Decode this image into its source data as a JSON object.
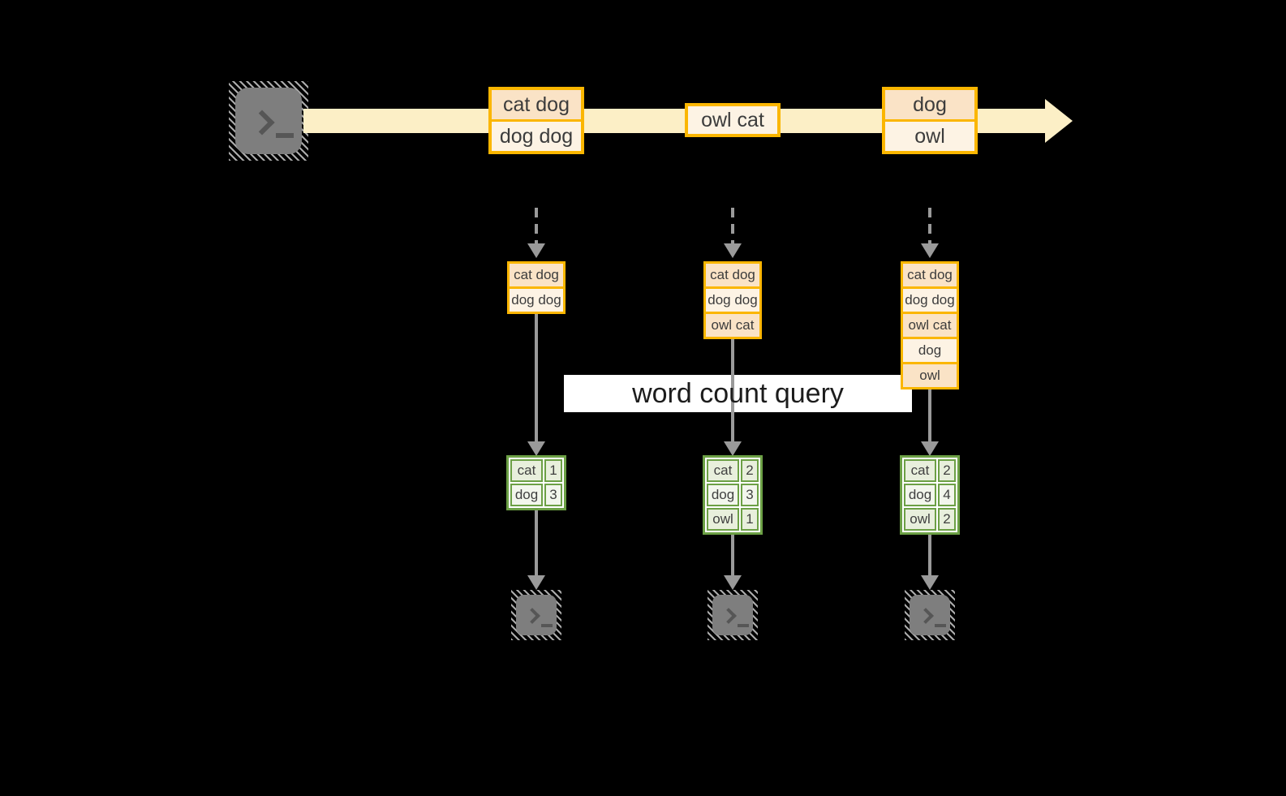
{
  "query_label": "word count query",
  "stream": {
    "source": "terminal-icon",
    "batches": [
      {
        "cells": [
          "cat dog",
          "dog dog"
        ]
      },
      {
        "cells": [
          "owl cat"
        ]
      },
      {
        "cells": [
          "dog",
          "owl"
        ]
      }
    ]
  },
  "states": [
    {
      "cells": [
        "cat dog",
        "dog dog"
      ]
    },
    {
      "cells": [
        "cat dog",
        "dog dog",
        "owl cat"
      ]
    },
    {
      "cells": [
        "cat dog",
        "dog dog",
        "owl cat",
        "dog",
        "owl"
      ]
    }
  ],
  "result_tables": [
    {
      "rows": [
        {
          "word": "cat",
          "count": "1"
        },
        {
          "word": "dog",
          "count": "3"
        }
      ]
    },
    {
      "rows": [
        {
          "word": "cat",
          "count": "2"
        },
        {
          "word": "dog",
          "count": "3"
        },
        {
          "word": "owl",
          "count": "1"
        }
      ]
    },
    {
      "rows": [
        {
          "word": "cat",
          "count": "2"
        },
        {
          "word": "dog",
          "count": "4"
        },
        {
          "word": "owl",
          "count": "2"
        }
      ]
    }
  ],
  "sinks": [
    "terminal-icon",
    "terminal-icon",
    "terminal-icon"
  ],
  "colors": {
    "background": "#000000",
    "stream_band": "#fcefc6",
    "record_border_gold": "#fbb600",
    "cell_peach": "#fae3c6",
    "cell_cream": "#fdf3e4",
    "table_border_green": "#6ca045",
    "table_cell_green_dark": "#e8efdc",
    "table_cell_green_light": "#f2f6ec",
    "arrow_gray": "#9a9a9a",
    "terminal_gray": "#7e7e7e",
    "label_background": "#ffffff",
    "text_dark": "#3c3c3c"
  }
}
